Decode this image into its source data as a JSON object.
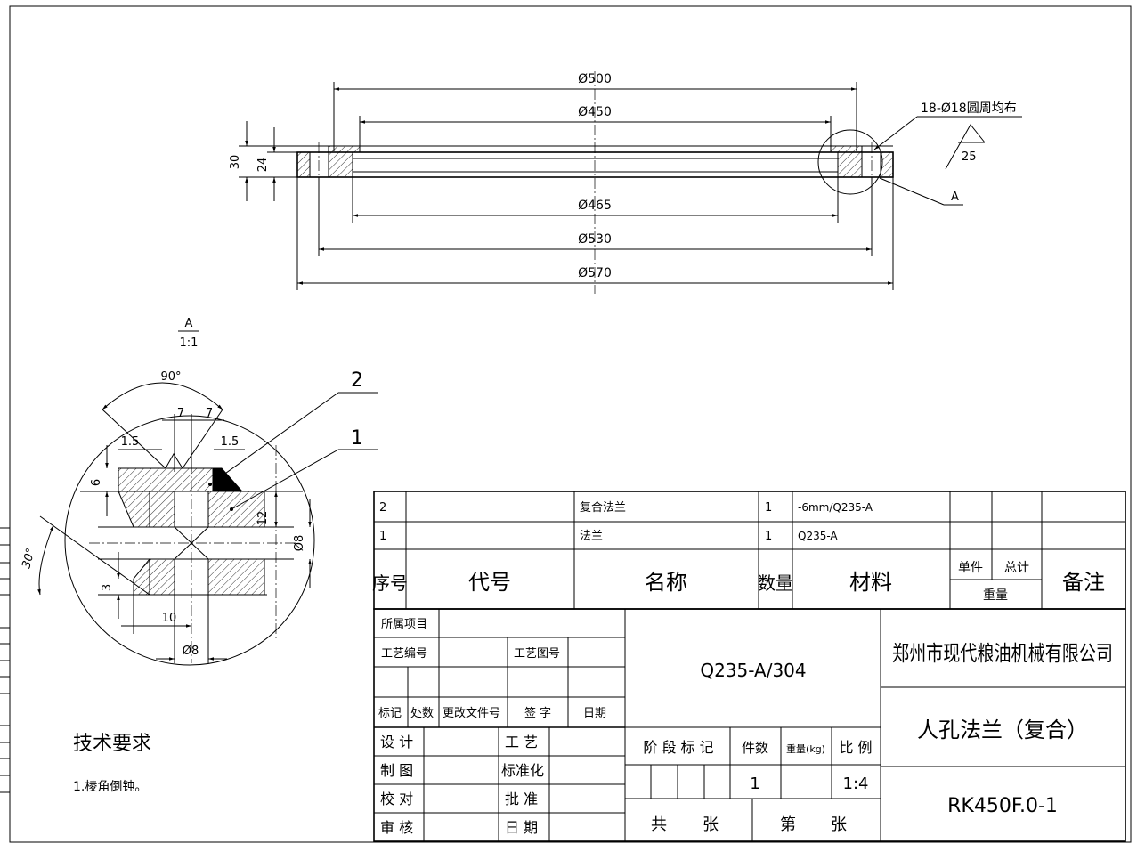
{
  "main_view": {
    "dims": {
      "d500": "Ø500",
      "d450": "Ø450",
      "d465": "Ø465",
      "d530": "Ø530",
      "d570": "Ø570",
      "h30": "30",
      "h24": "24"
    },
    "hole_note": "18-Ø18圆周均布",
    "roughness": "25",
    "detail_ref": "A"
  },
  "detail_view": {
    "label": "A",
    "scale": "1:1",
    "angle_top": "90°",
    "angle_left": "30°",
    "dim_7a": "7",
    "dim_7b": "7",
    "dim_15a": "1.5",
    "dim_15b": "1.5",
    "dim_6": "6",
    "dim_12": "12",
    "dim_d8_right": "Ø8",
    "dim_3": "3",
    "dim_10": "10",
    "dim_d8_bottom": "Ø8",
    "balloon_2": "2",
    "balloon_1": "1"
  },
  "tech_req": {
    "title": "技术要求",
    "item1": "1.棱角倒钝。"
  },
  "bom": {
    "rows": [
      {
        "seq": "2",
        "code": "",
        "name": "复合法兰",
        "qty": "1",
        "material": "-6mm/Q235-A"
      },
      {
        "seq": "1",
        "code": "",
        "name": "法兰",
        "qty": "1",
        "material": "Q235-A"
      }
    ],
    "header": {
      "seq": "序号",
      "code": "代号",
      "name": "名称",
      "qty": "数量",
      "material": "材料",
      "unit": "单件",
      "total": "总计",
      "weight": "重量",
      "remark": "备注"
    }
  },
  "title_block": {
    "project": "所属项目",
    "process_no": "工艺编号",
    "process_drawing": "工艺图号",
    "mark": "标记",
    "count": "处数",
    "change_doc": "更改文件号",
    "sign": "签 字",
    "date": "日期",
    "design": "设 计",
    "draw": "制 图",
    "check": "校 对",
    "review": "审 核",
    "craft": "工 艺",
    "standard": "标准化",
    "approve": "批 准",
    "date2": "日 期",
    "material": "Q235-A/304",
    "company": "郑州市现代粮油机械有限公司",
    "part_name": "人孔法兰（复合）",
    "drawing_no": "RK450F.0-1",
    "stage_mark": "阶 段 标 记",
    "pieces": "件数",
    "weight_kg": "重量(kg)",
    "scale_label": "比 例",
    "pieces_val": "1",
    "scale_val": "1:4",
    "total_sheets": "共",
    "sheet_unit1": "张",
    "sheet_no": "第",
    "sheet_unit2": "张"
  }
}
